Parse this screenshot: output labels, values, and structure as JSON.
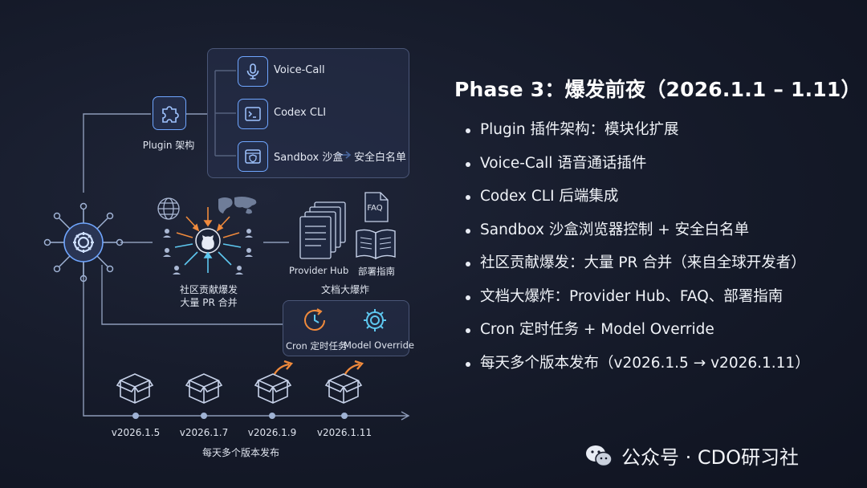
{
  "title": "Phase 3：爆发前夜（2026.1.1 – 1.11）",
  "bullets": [
    "Plugin 插件架构：模块化扩展",
    "Voice-Call 语音通话插件",
    "Codex CLI 后端集成",
    "Sandbox 沙盒浏览器控制 + 安全白名单",
    "社区贡献爆发：大量 PR 合并（来自全球开发者）",
    "文档大爆炸：Provider Hub、FAQ、部署指南",
    "Cron 定时任务 + Model Override",
    "每天多个版本发布（v2026.1.5 → v2026.1.11）"
  ],
  "diagram": {
    "plugin_label": "Plugin 架构",
    "plugins": {
      "voice": "Voice-Call",
      "codex": "Codex CLI",
      "sandbox": "Sandbox 沙盒",
      "whitelist": "安全白名单"
    },
    "community": [
      "社区贡献爆发",
      "大量 PR 合并"
    ],
    "docs": {
      "provider": "Provider Hub",
      "guide": "部署指南",
      "faq": "FAQ",
      "caption": "文档大爆炸"
    },
    "features": {
      "cron": "Cron 定时任务",
      "override": "Model Override"
    },
    "versions": [
      "v2026.1.5",
      "v2026.1.7",
      "v2026.1.9",
      "v2026.1.11"
    ],
    "versions_caption": "每天多个版本发布"
  },
  "watermark": "公众号 · CDO研习社",
  "colors": {
    "accent": "#6fa6ff",
    "orange": "#f08a3c",
    "cyan": "#5ec8f0"
  }
}
